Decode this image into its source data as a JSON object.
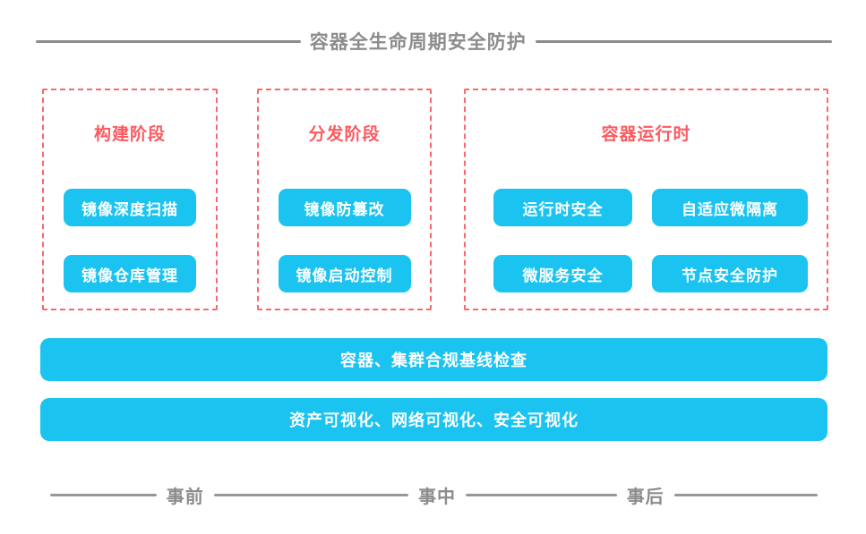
{
  "title": "容器全生命周期安全防护",
  "colors": {
    "accent_cyan": "#1BC3F0",
    "accent_red": "#FC5A5F",
    "dash_red": "#F8696E",
    "muted_gray": "#8C8C8C"
  },
  "phases": [
    {
      "label": "构建阶段",
      "items": [
        "镜像深度扫描",
        "镜像仓库管理"
      ]
    },
    {
      "label": "分发阶段",
      "items": [
        "镜像防篡改",
        "镜像启动控制"
      ]
    },
    {
      "label": "容器运行时",
      "items": [
        "运行时安全",
        "自适应微隔离",
        "微服务安全",
        "节点安全防护"
      ]
    }
  ],
  "bars": [
    "容器、集群合规基线检查",
    "资产可视化、网络可视化、安全可视化"
  ],
  "timeline": [
    "事前",
    "事中",
    "事后"
  ]
}
